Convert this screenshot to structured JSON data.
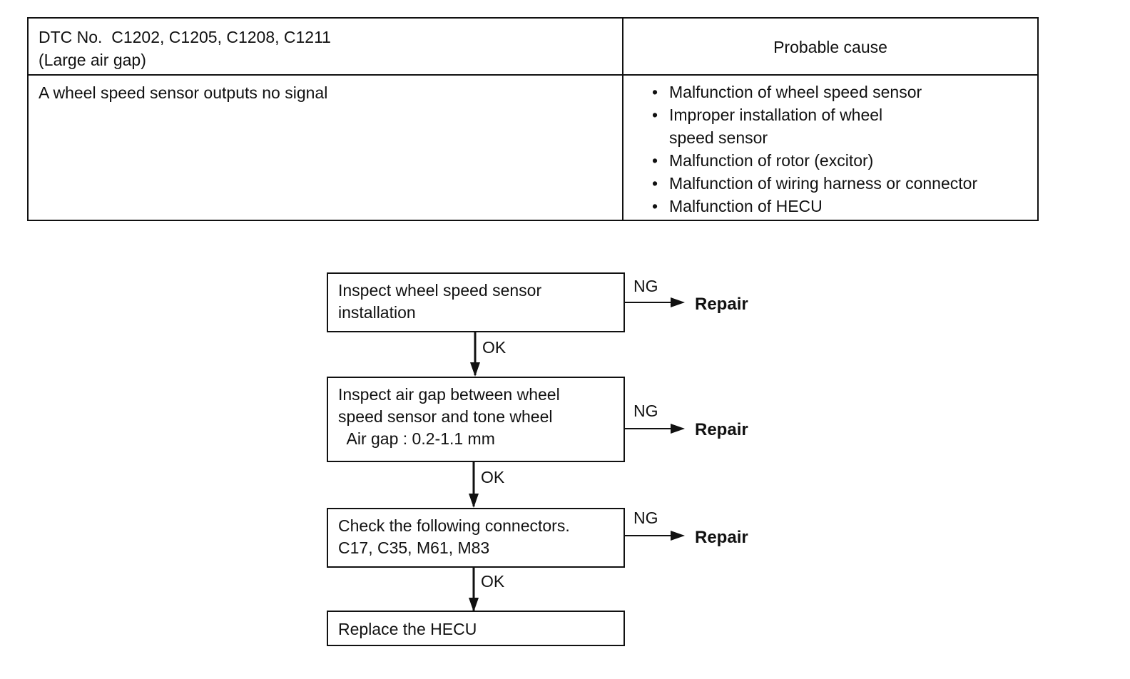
{
  "table": {
    "dtc_line1": "DTC No.  C1202, C1205, C1208, C1211",
    "dtc_line2": "(Large air gap)",
    "header_cause": "Probable cause",
    "condition": "A wheel speed sensor outputs no signal",
    "causes": [
      "Malfunction of wheel speed sensor",
      "Improper installation of wheel",
      "speed sensor",
      "Malfunction of rotor (excitor)",
      "Malfunction of wiring harness or connector",
      "Malfunction of HECU"
    ]
  },
  "flow": {
    "step1": [
      "Inspect wheel speed sensor",
      "installation"
    ],
    "step2": [
      "Inspect air gap between wheel",
      "speed sensor and tone wheel",
      "  Air gap : 0.2-1.1 mm"
    ],
    "step3": [
      "Check the following connectors.",
      "C17, C35, M61, M83"
    ],
    "step4": [
      "Replace the HECU"
    ],
    "ng_label": "NG",
    "ok_label": "OK",
    "repair_label": "Repair"
  }
}
